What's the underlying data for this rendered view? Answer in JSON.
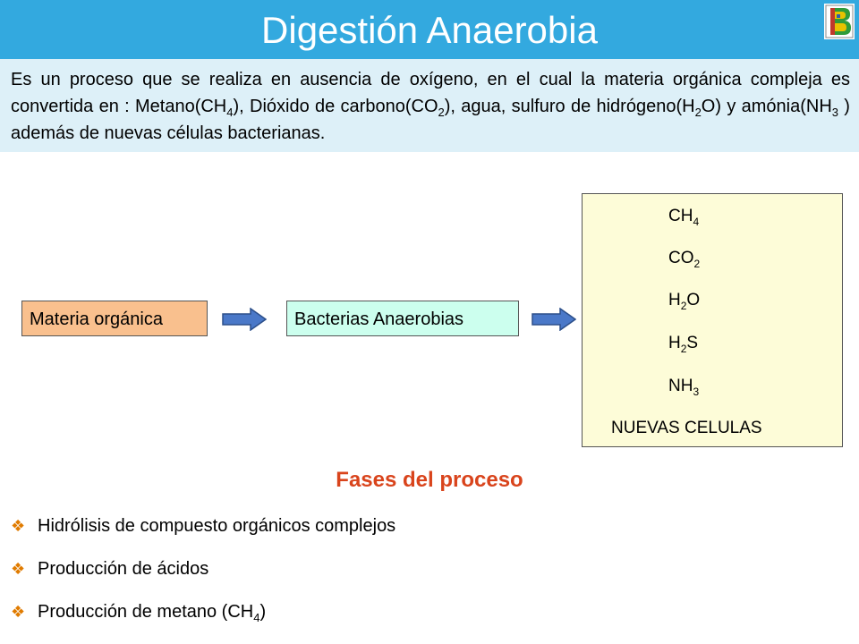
{
  "header": {
    "title": "Digestión Anaerobia",
    "bg_color": "#33a9df"
  },
  "intro": {
    "segments": [
      "Es un proceso que se realiza en ausencia de oxígeno, en el cual la materia orgánica compleja es convertida en : Metano(CH",
      "4",
      "), Dióxido de carbono(CO",
      "2",
      "), agua, sulfuro de hidrógeno(H",
      "2",
      "O) y amónia(NH",
      "3",
      " ) además de nuevas células bacterianas."
    ]
  },
  "flow": {
    "input": {
      "label": "Materia orgánica",
      "color": "#f9c08e"
    },
    "process": {
      "label": "Bacterias Anaerobias",
      "color": "#ccffee"
    },
    "arrow_color": "#4a78c8",
    "products": [
      {
        "base": "CH",
        "sub": "4"
      },
      {
        "base": "CO",
        "sub": "2"
      },
      {
        "base": "H",
        "sub": "2",
        "tail": "O"
      },
      {
        "base": "H",
        "sub": "2",
        "tail": "S"
      },
      {
        "base": "NH",
        "sub": "3"
      },
      {
        "base": "NUEVAS CELULAS"
      }
    ]
  },
  "phases": {
    "title": "Fases del proceso",
    "title_color": "#d9441c",
    "bullet_icon": "diamond-bullet-icon",
    "items": [
      {
        "text": "Hidrólisis de compuesto orgánicos complejos"
      },
      {
        "text": "Producción de ácidos"
      },
      {
        "text": "Producción de metano (CH",
        "sub": "4",
        "tail": ")"
      }
    ]
  }
}
